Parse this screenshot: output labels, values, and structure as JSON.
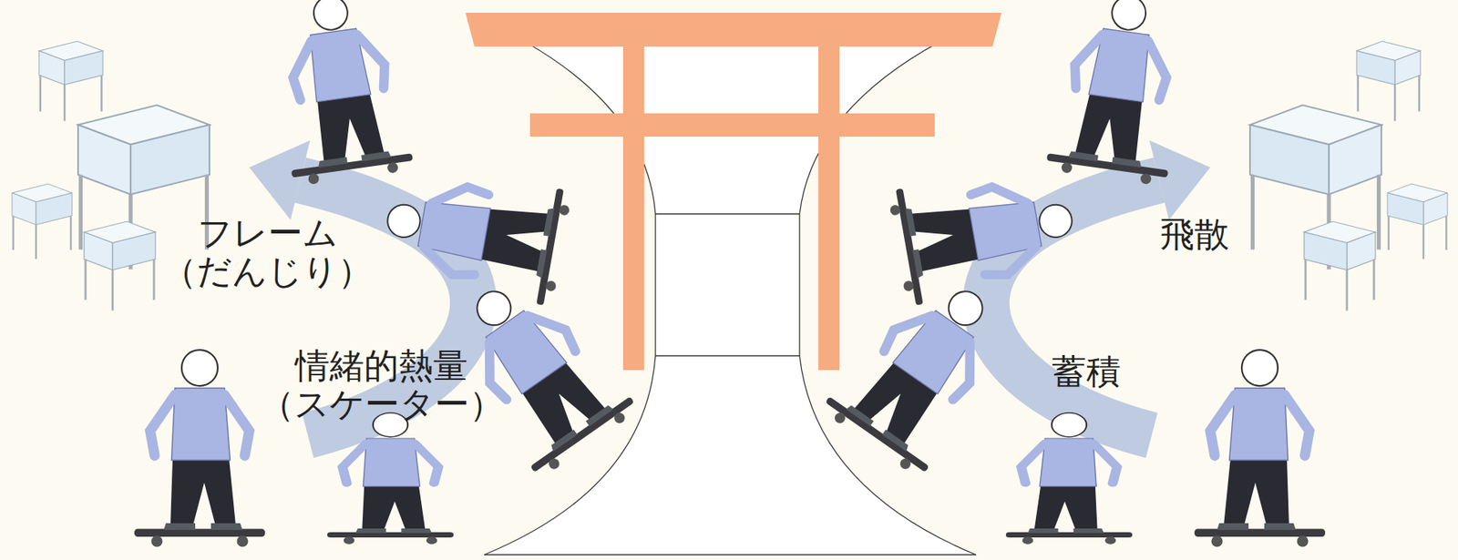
{
  "diagram": {
    "labels": [
      "フレーム （だんじり）",
      "情緒的熱量 （スケーター）",
      "飛散",
      "蓄積"
    ]
  }
}
